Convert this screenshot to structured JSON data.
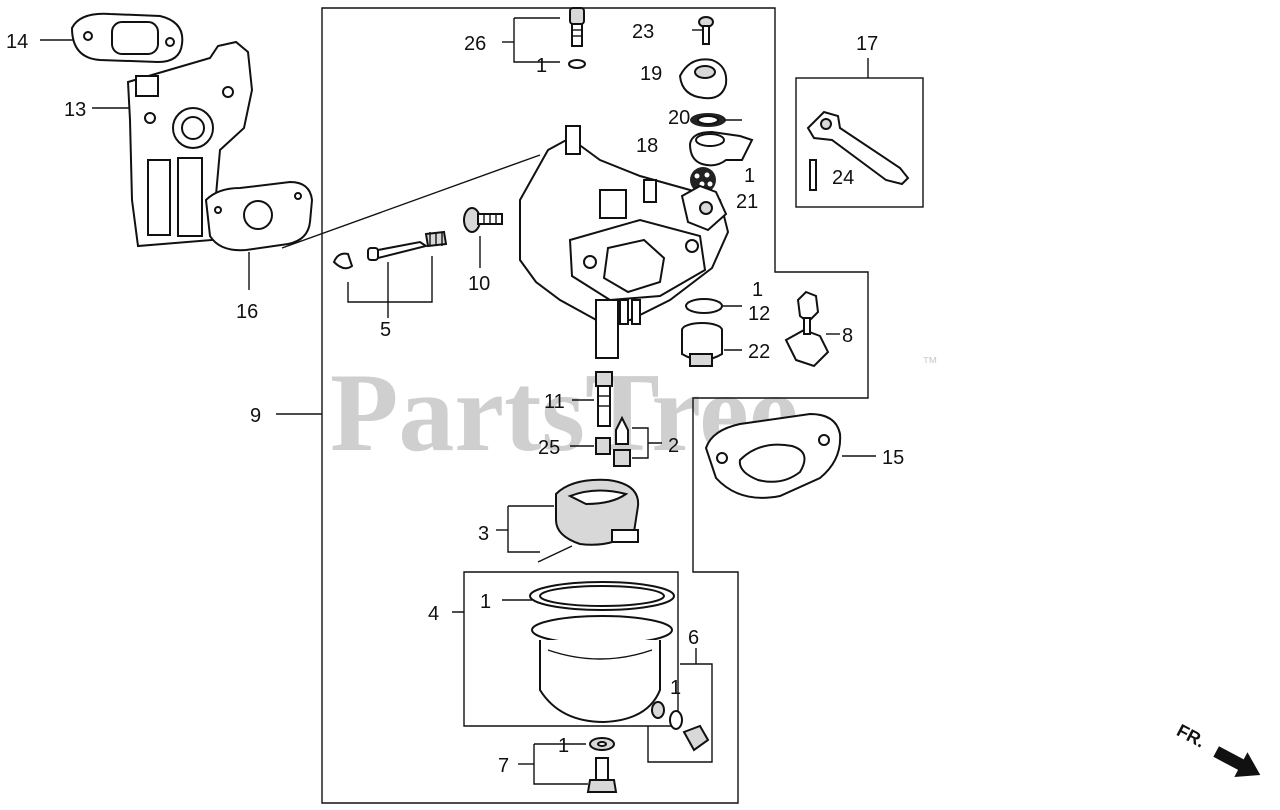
{
  "watermark": {
    "text": "PartsTree",
    "trademark": "™"
  },
  "direction_marker": {
    "label": "FR."
  },
  "callouts": [
    {
      "id": "c14",
      "text": "14"
    },
    {
      "id": "c13",
      "text": "13"
    },
    {
      "id": "c16",
      "text": "16"
    },
    {
      "id": "c26",
      "text": "26"
    },
    {
      "id": "c1a",
      "text": "1"
    },
    {
      "id": "c23",
      "text": "23"
    },
    {
      "id": "c19",
      "text": "19"
    },
    {
      "id": "c20",
      "text": "20"
    },
    {
      "id": "c18",
      "text": "18"
    },
    {
      "id": "c1b",
      "text": "1"
    },
    {
      "id": "c21",
      "text": "21"
    },
    {
      "id": "c10",
      "text": "10"
    },
    {
      "id": "c5",
      "text": "5"
    },
    {
      "id": "c17",
      "text": "17"
    },
    {
      "id": "c24",
      "text": "24"
    },
    {
      "id": "c1c",
      "text": "1"
    },
    {
      "id": "c12",
      "text": "12"
    },
    {
      "id": "c22",
      "text": "22"
    },
    {
      "id": "c8",
      "text": "8"
    },
    {
      "id": "c9",
      "text": "9"
    },
    {
      "id": "c11",
      "text": "11"
    },
    {
      "id": "c25",
      "text": "25"
    },
    {
      "id": "c2",
      "text": "2"
    },
    {
      "id": "c15",
      "text": "15"
    },
    {
      "id": "c3",
      "text": "3"
    },
    {
      "id": "c4",
      "text": "4"
    },
    {
      "id": "c1d",
      "text": "1"
    },
    {
      "id": "c6",
      "text": "6"
    },
    {
      "id": "c1e",
      "text": "1"
    },
    {
      "id": "c7",
      "text": "7"
    },
    {
      "id": "c1f",
      "text": "1"
    }
  ]
}
